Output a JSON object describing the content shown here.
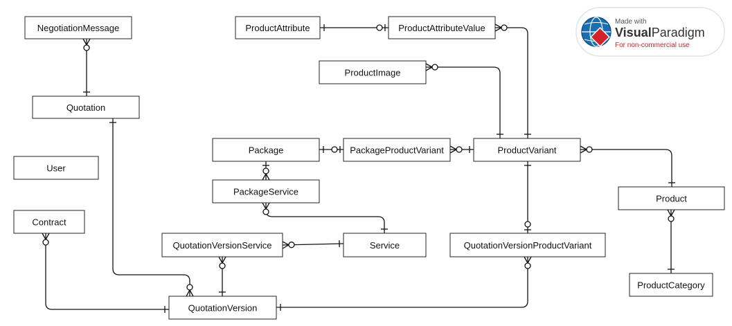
{
  "diagram": {
    "entities": [
      {
        "id": "negotiation-message",
        "label": "NegotiationMessage"
      },
      {
        "id": "quotation",
        "label": "Quotation"
      },
      {
        "id": "user",
        "label": "User"
      },
      {
        "id": "contract",
        "label": "Contract"
      },
      {
        "id": "product-attribute",
        "label": "ProductAttribute"
      },
      {
        "id": "product-attribute-value",
        "label": "ProductAttributeValue"
      },
      {
        "id": "product-image",
        "label": "ProductImage"
      },
      {
        "id": "package",
        "label": "Package"
      },
      {
        "id": "package-product-variant",
        "label": "PackageProductVariant"
      },
      {
        "id": "product-variant",
        "label": "ProductVariant"
      },
      {
        "id": "package-service",
        "label": "PackageService"
      },
      {
        "id": "product",
        "label": "Product"
      },
      {
        "id": "quotation-version-service",
        "label": "QuotationVersionService"
      },
      {
        "id": "service",
        "label": "Service"
      },
      {
        "id": "quotation-version-product-variant",
        "label": "QuotationVersionProductVariant"
      },
      {
        "id": "product-category",
        "label": "ProductCategory"
      },
      {
        "id": "quotation-version",
        "label": "QuotationVersion"
      }
    ],
    "relationships": [
      {
        "from": "negotiation-message",
        "from_end": "zero-or-many",
        "to": "quotation",
        "to_end": "one"
      },
      {
        "from": "product-attribute",
        "from_end": "one",
        "to": "product-attribute-value",
        "to_end": "zero-or-one"
      },
      {
        "from": "product-attribute-value",
        "from_end": "zero-or-many",
        "to": "product-variant",
        "to_end": "one"
      },
      {
        "from": "product-image",
        "from_end": "zero-or-many",
        "to": "product-variant",
        "to_end": "one"
      },
      {
        "from": "package",
        "from_end": "one",
        "to": "package-product-variant",
        "to_end": "zero-or-one"
      },
      {
        "from": "package-product-variant",
        "from_end": "zero-or-many",
        "to": "product-variant",
        "to_end": "one"
      },
      {
        "from": "product-variant",
        "from_end": "zero-or-many",
        "to": "product",
        "to_end": "one"
      },
      {
        "from": "package",
        "from_end": "one",
        "to": "package-service",
        "to_end": "zero-or-many"
      },
      {
        "from": "package-service",
        "from_end": "zero-or-many",
        "to": "service",
        "to_end": "one"
      },
      {
        "from": "quotation-version-service",
        "from_end": "zero-or-many",
        "to": "service",
        "to_end": "one"
      },
      {
        "from": "product-variant",
        "from_end": "one",
        "to": "quotation-version-product-variant",
        "to_end": "zero-or-one"
      },
      {
        "from": "product",
        "from_end": "zero-or-many",
        "to": "product-category",
        "to_end": "one"
      },
      {
        "from": "quotation",
        "from_end": "one",
        "to": "quotation-version",
        "to_end": "zero-or-many"
      },
      {
        "from": "contract",
        "from_end": "zero-or-many",
        "to": "quotation-version",
        "to_end": "one"
      },
      {
        "from": "quotation-version-service",
        "from_end": "zero-or-many",
        "to": "quotation-version",
        "to_end": "one"
      },
      {
        "from": "quotation-version",
        "from_end": "one",
        "to": "quotation-version-product-variant",
        "to_end": "zero-or-many"
      }
    ]
  },
  "watermark": {
    "line1": "Made with",
    "brand_bold": "Visual",
    "brand_rest": "Paradigm",
    "line3": "For non-commercial use",
    "colors": {
      "blue": "#1a6fb3",
      "red": "#d3222a",
      "text": "#333333",
      "subtext": "#555555"
    }
  }
}
